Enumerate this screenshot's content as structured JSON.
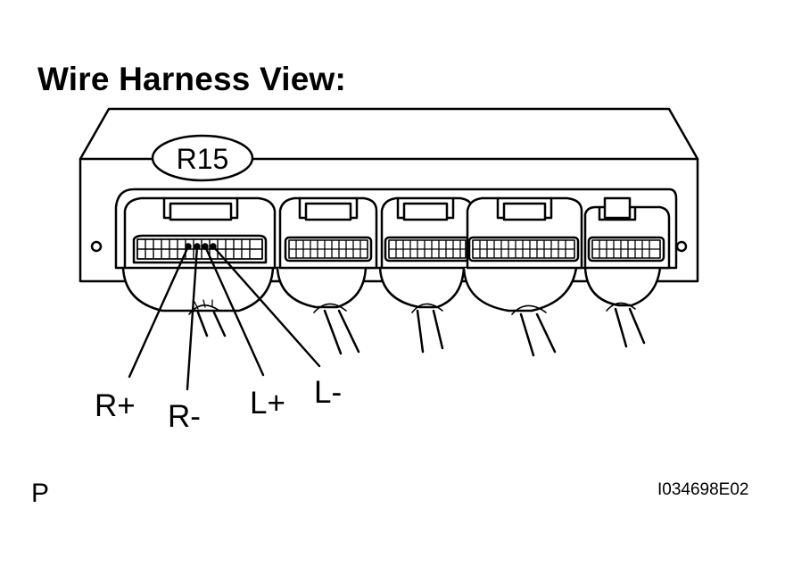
{
  "diagram": {
    "title": "Wire Harness View:",
    "connector_id": "R15",
    "pin_labels": [
      "R+",
      "R-",
      "L+",
      "L-"
    ],
    "corner_mark": "P",
    "reference_id": "I034698E02"
  }
}
